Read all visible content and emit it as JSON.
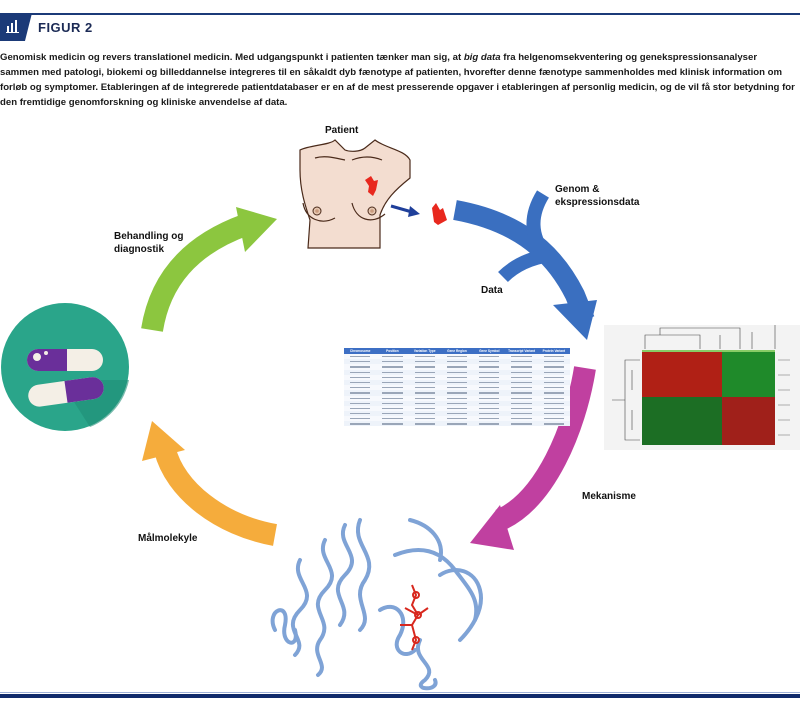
{
  "header": {
    "icon": "bar-chart-icon",
    "title": "FIGUR 2"
  },
  "caption": {
    "part1": "Genomisk medicin og revers translationel medicin. Med udgangspunkt i patienten tænker man sig, at ",
    "italic": "big data",
    "part2": " fra helgenomsekventering og genekspressionsanalyser sammen med patologi, biokemi og billeddannelse integreres til en såkaldt dyb fænotype af patienten, hvorefter denne fænotype sammenholdes med klinisk information om forløb og symptomer. Etableringen af de integrerede patientdatabaser er en af de mest presserende opgaver i etableringen af personlig medicin, og de vil få stor betydning for den fremtidige genomforskning og kliniske anvendelse af data."
  },
  "labels": {
    "patient": "Patient",
    "genom_line1": "Genom &",
    "genom_line2": "ekspressionsdata",
    "data": "Data",
    "behandling_line1": "Behandling og",
    "behandling_line2": "diagnostik",
    "mekanisme": "Mekanisme",
    "malmolekyle": "Målmolekyle"
  },
  "variant_table": {
    "columns": [
      "Chromosome",
      "Position",
      "Variation Type",
      "Gene Region",
      "Gene Symbol",
      "Transcript Variant",
      "Protein Variant"
    ],
    "row_count": 15
  },
  "colors": {
    "brand_navy": "#1b3a78",
    "arrow_green": "#8cc63f",
    "arrow_blue": "#3a6fc0",
    "arrow_magenta": "#c040a0",
    "arrow_orange": "#f5ac3c",
    "pill_circle": "#2aa58a",
    "pill_purple": "#6a2f9a",
    "tumor_red": "#e8281e",
    "skin": "#f3ddd0",
    "protein_blue": "#7fa3d6"
  }
}
